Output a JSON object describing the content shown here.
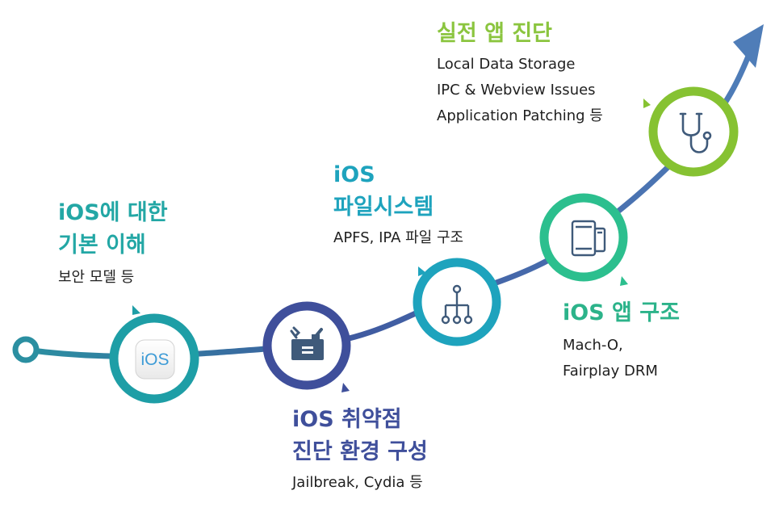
{
  "colors": {
    "path_start": "#2b8fa1",
    "path_mid": "#4363a6",
    "path_end": "#4f7db8",
    "step1": "#1e9ea6",
    "step2": "#3f4f9b",
    "step3": "#1ea3bd",
    "step4": "#2cbf8e",
    "step5": "#86c232",
    "icon_dark": "#3f5a7a"
  },
  "steps": [
    {
      "title_lines": [
        "iOS에 대한",
        "기본 이해"
      ],
      "desc_lines": [
        "보안 모델 등"
      ],
      "icon": "ios-logo-icon",
      "icon_text": "iOS"
    },
    {
      "title_lines": [
        "iOS 취약점",
        "진단 환경 구성"
      ],
      "desc_lines": [
        "Jailbreak, Cydia 등"
      ],
      "icon": "toolbox-icon"
    },
    {
      "title_lines": [
        "iOS",
        "파일시스템"
      ],
      "desc_lines": [
        "APFS, IPA 파일 구조"
      ],
      "icon": "hierarchy-icon"
    },
    {
      "title_lines": [
        "iOS 앱 구조"
      ],
      "desc_lines": [
        "Mach-O,",
        "Fairplay DRM"
      ],
      "icon": "devices-icon"
    },
    {
      "title_lines": [
        "실전 앱 진단"
      ],
      "desc_lines": [
        "Local Data Storage",
        "IPC & Webview Issues",
        "Application Patching 등"
      ],
      "icon": "stethoscope-icon"
    }
  ]
}
